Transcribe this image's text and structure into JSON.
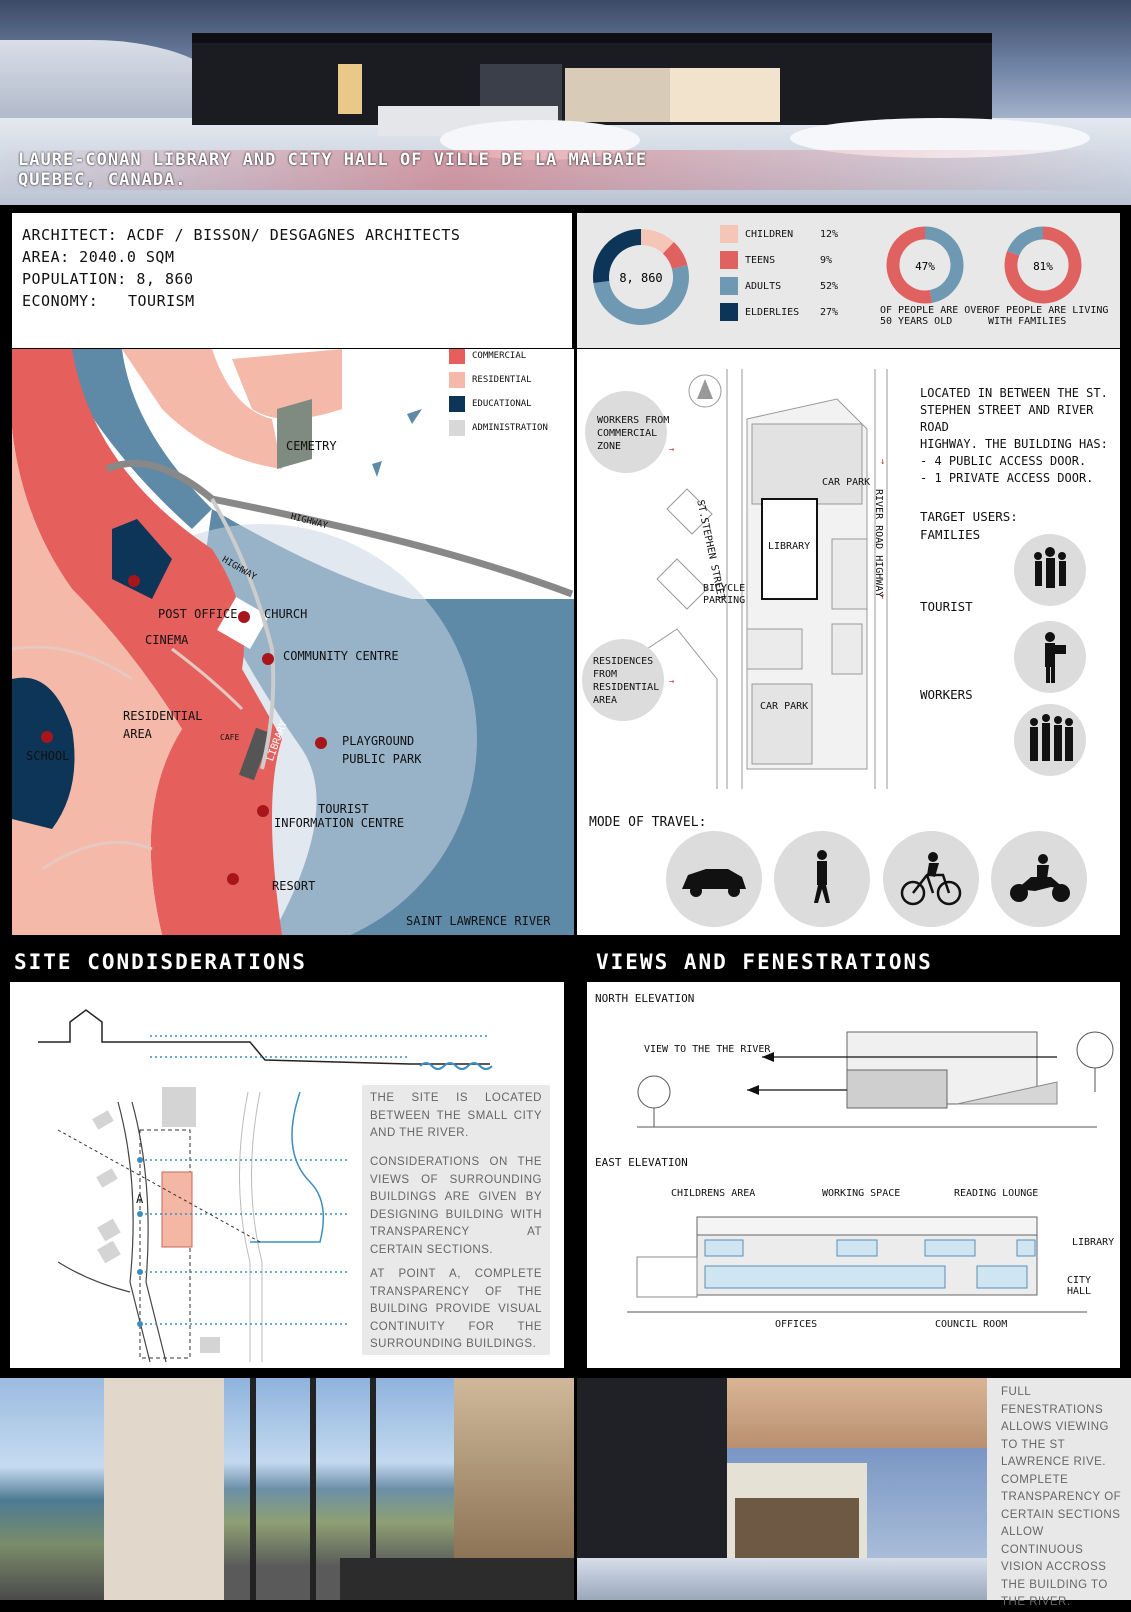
{
  "header": {
    "title_line1": "LAURE-CONAN LIBRARY AND CITY HALL OF VILLE DE LA MALBAIE",
    "title_line2": "QUEBEC,  CANADA."
  },
  "info": {
    "architect": "ARCHITECT: ACDF / BISSON/ DESGAGNES ARCHITECTS",
    "area": "AREA: 2040.0 SQM",
    "population": "POPULATION:  8, 860",
    "economy_label": "ECONOMY:",
    "economy_value": "TOURISM"
  },
  "demographics": {
    "total": "8, 860",
    "groups": [
      {
        "label": "CHILDREN",
        "pct": "12%",
        "value": 12,
        "color": "#f5c6b7"
      },
      {
        "label": "TEENS",
        "pct": "9%",
        "value": 9,
        "color": "#e06260"
      },
      {
        "label": "ADULTS",
        "pct": "52%",
        "value": 52,
        "color": "#6f98b2"
      },
      {
        "label": "ELDERLIES",
        "pct": "27%",
        "value": 27,
        "color": "#0d3557"
      }
    ],
    "over50": {
      "pct": "47%",
      "value": 47,
      "caption1": "OF PEOPLE ARE OVER",
      "caption2": "50 YEARS OLD"
    },
    "families": {
      "pct": "81%",
      "value": 81,
      "caption1": "OF PEOPLE ARE LIVING",
      "caption2": "WITH FAMILIES"
    }
  },
  "map": {
    "legend": [
      {
        "label": "COMMERCIAL",
        "color": "#e5605d"
      },
      {
        "label": "RESIDENTIAL",
        "color": "#f4b9a9"
      },
      {
        "label": "EDUCATIONAL",
        "color": "#0d3557"
      },
      {
        "label": "ADMINISTRATION",
        "color": "#d8d8d8"
      }
    ],
    "labels": {
      "cemetery": "CEMETRY",
      "highway1": "HIGHWAY",
      "highway2": "HIGHWAY",
      "post_office": "POST OFFICE",
      "church": "CHURCH",
      "cinema": "CINEMA",
      "community": "COMMUNITY CENTRE",
      "residential1": "RESIDENTIAL",
      "residential2": "AREA",
      "school": "SCHOOL",
      "cafe": "CAFE",
      "library": "LIBRARY",
      "playground1": "PLAYGROUND",
      "playground2": "PUBLIC PARK",
      "tourist1": "TOURIST",
      "tourist2": "INFORMATION CENTRE",
      "resort": "RESORT",
      "river": "SAINT LAWRENCE RIVER"
    }
  },
  "siteplan": {
    "workers_bubble": [
      "WORKERS FROM",
      "COMMERCIAL",
      "ZONE"
    ],
    "residences_bubble": [
      "RESIDENCES",
      "FROM",
      "RESIDENTIAL",
      "AREA"
    ],
    "st_stephen": "ST.STEPHEN STREET",
    "river_road": "RIVER ROAD HIGHWAY",
    "carpark1": "CAR PARK",
    "carpark2": "CAR PARK",
    "library": "LIBRARY",
    "bicycle1": "BICYCLE",
    "bicycle2": "PARKING",
    "located": [
      "LOCATED IN BETWEEN THE ST.",
      "STEPHEN STREET AND RIVER ROAD",
      "HIGHWAY.  THE BUILDING HAS:",
      "- 4 PUBLIC ACCESS DOOR.",
      "- 1 PRIVATE ACCESS DOOR."
    ],
    "target_title": "TARGET USERS:",
    "target_families": "FAMILIES",
    "tourist": "TOURIST",
    "workers": "WORKERS",
    "mode": "MODE OF TRAVEL:"
  },
  "sections": {
    "site_title": "SITE CONDISDERATIONS",
    "views_title": "VIEWS AND FENESTRATIONS"
  },
  "site": {
    "point_label": "A",
    "para1": "THE SITE IS LOCATED BETWEEN THE SMALL CITY AND THE RIVER.",
    "para2": "CONSIDERATIONS ON THE VIEWS OF SURROUNDING BUILDINGS ARE GIVEN BY DESIGNING BUILDING WITH TRANSPARENCY AT CERTAIN SECTIONS.",
    "para3": "AT POINT A, COMPLETE TRANSPARENCY OF THE BUILDING PROVIDE VISUAL CONTINUITY FOR THE SURROUNDING BUILDINGS."
  },
  "views": {
    "north": "NORTH ELEVATION",
    "view_river": "VIEW TO THE THE RIVER",
    "east": "EAST ELEVATION",
    "childrens": "CHILDRENS AREA",
    "working": "WORKING SPACE",
    "reading": "READING LOUNGE",
    "library": "LIBRARY",
    "cityhall": "CITY HALL",
    "offices": "OFFICES",
    "council": "COUNCIL ROOM"
  },
  "photo_note": "FULL FENESTRATIONS ALLOWS VIEWING TO THE ST LAWRENCE RIVE. COMPLETE TRANSPARENCY OF CERTAIN SECTIONS ALLOW CONTINUOUS VISION ACCROSS THE BUILDING TO THE RIVER."
}
